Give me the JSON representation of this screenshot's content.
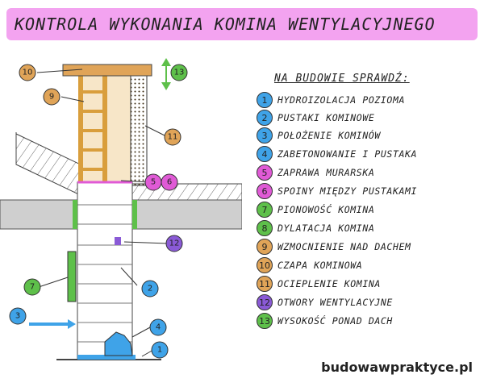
{
  "title": "KONTROLA WYKONANIA KOMINA WENTYLACYJNEGO",
  "legend_title": "NA BUDOWIE SPRAWDŹ:",
  "legend": [
    {
      "num": "1",
      "label": "HYDROIZOLACJA POZIOMA",
      "color": "#3fa3e8"
    },
    {
      "num": "2",
      "label": "PUSTAKI KOMINOWE",
      "color": "#3fa3e8"
    },
    {
      "num": "3",
      "label": "POŁOŻENIE KOMINÓW",
      "color": "#3fa3e8"
    },
    {
      "num": "4",
      "label": "ZABETONOWANIE I PUSTAKA",
      "color": "#3fa3e8"
    },
    {
      "num": "5",
      "label": "ZAPRAWA MURARSKA",
      "color": "#e05ad6"
    },
    {
      "num": "6",
      "label": "SPOINY MIĘDZY PUSTAKAMI",
      "color": "#e05ad6"
    },
    {
      "num": "7",
      "label": "PIONOWOŚĆ KOMINA",
      "color": "#5ec04a"
    },
    {
      "num": "8",
      "label": "DYLATACJA KOMINA",
      "color": "#5ec04a"
    },
    {
      "num": "9",
      "label": "WZMOCNIENIE NAD DACHEM",
      "color": "#e0a458"
    },
    {
      "num": "10",
      "label": "CZAPA KOMINOWA",
      "color": "#e0a458"
    },
    {
      "num": "11",
      "label": "OCIEPLENIE KOMINA",
      "color": "#e0a458"
    },
    {
      "num": "12",
      "label": "OTWORY WENTYLACYJNE",
      "color": "#8a5ad6"
    },
    {
      "num": "13",
      "label": "WYSOKOŚĆ PONAD DACH",
      "color": "#5ec04a"
    }
  ],
  "brand": "budowawpraktyce.pl",
  "callouts": [
    "10",
    "13",
    "9",
    "11",
    "5",
    "6",
    "12",
    "7",
    "2",
    "3",
    "4",
    "1"
  ]
}
